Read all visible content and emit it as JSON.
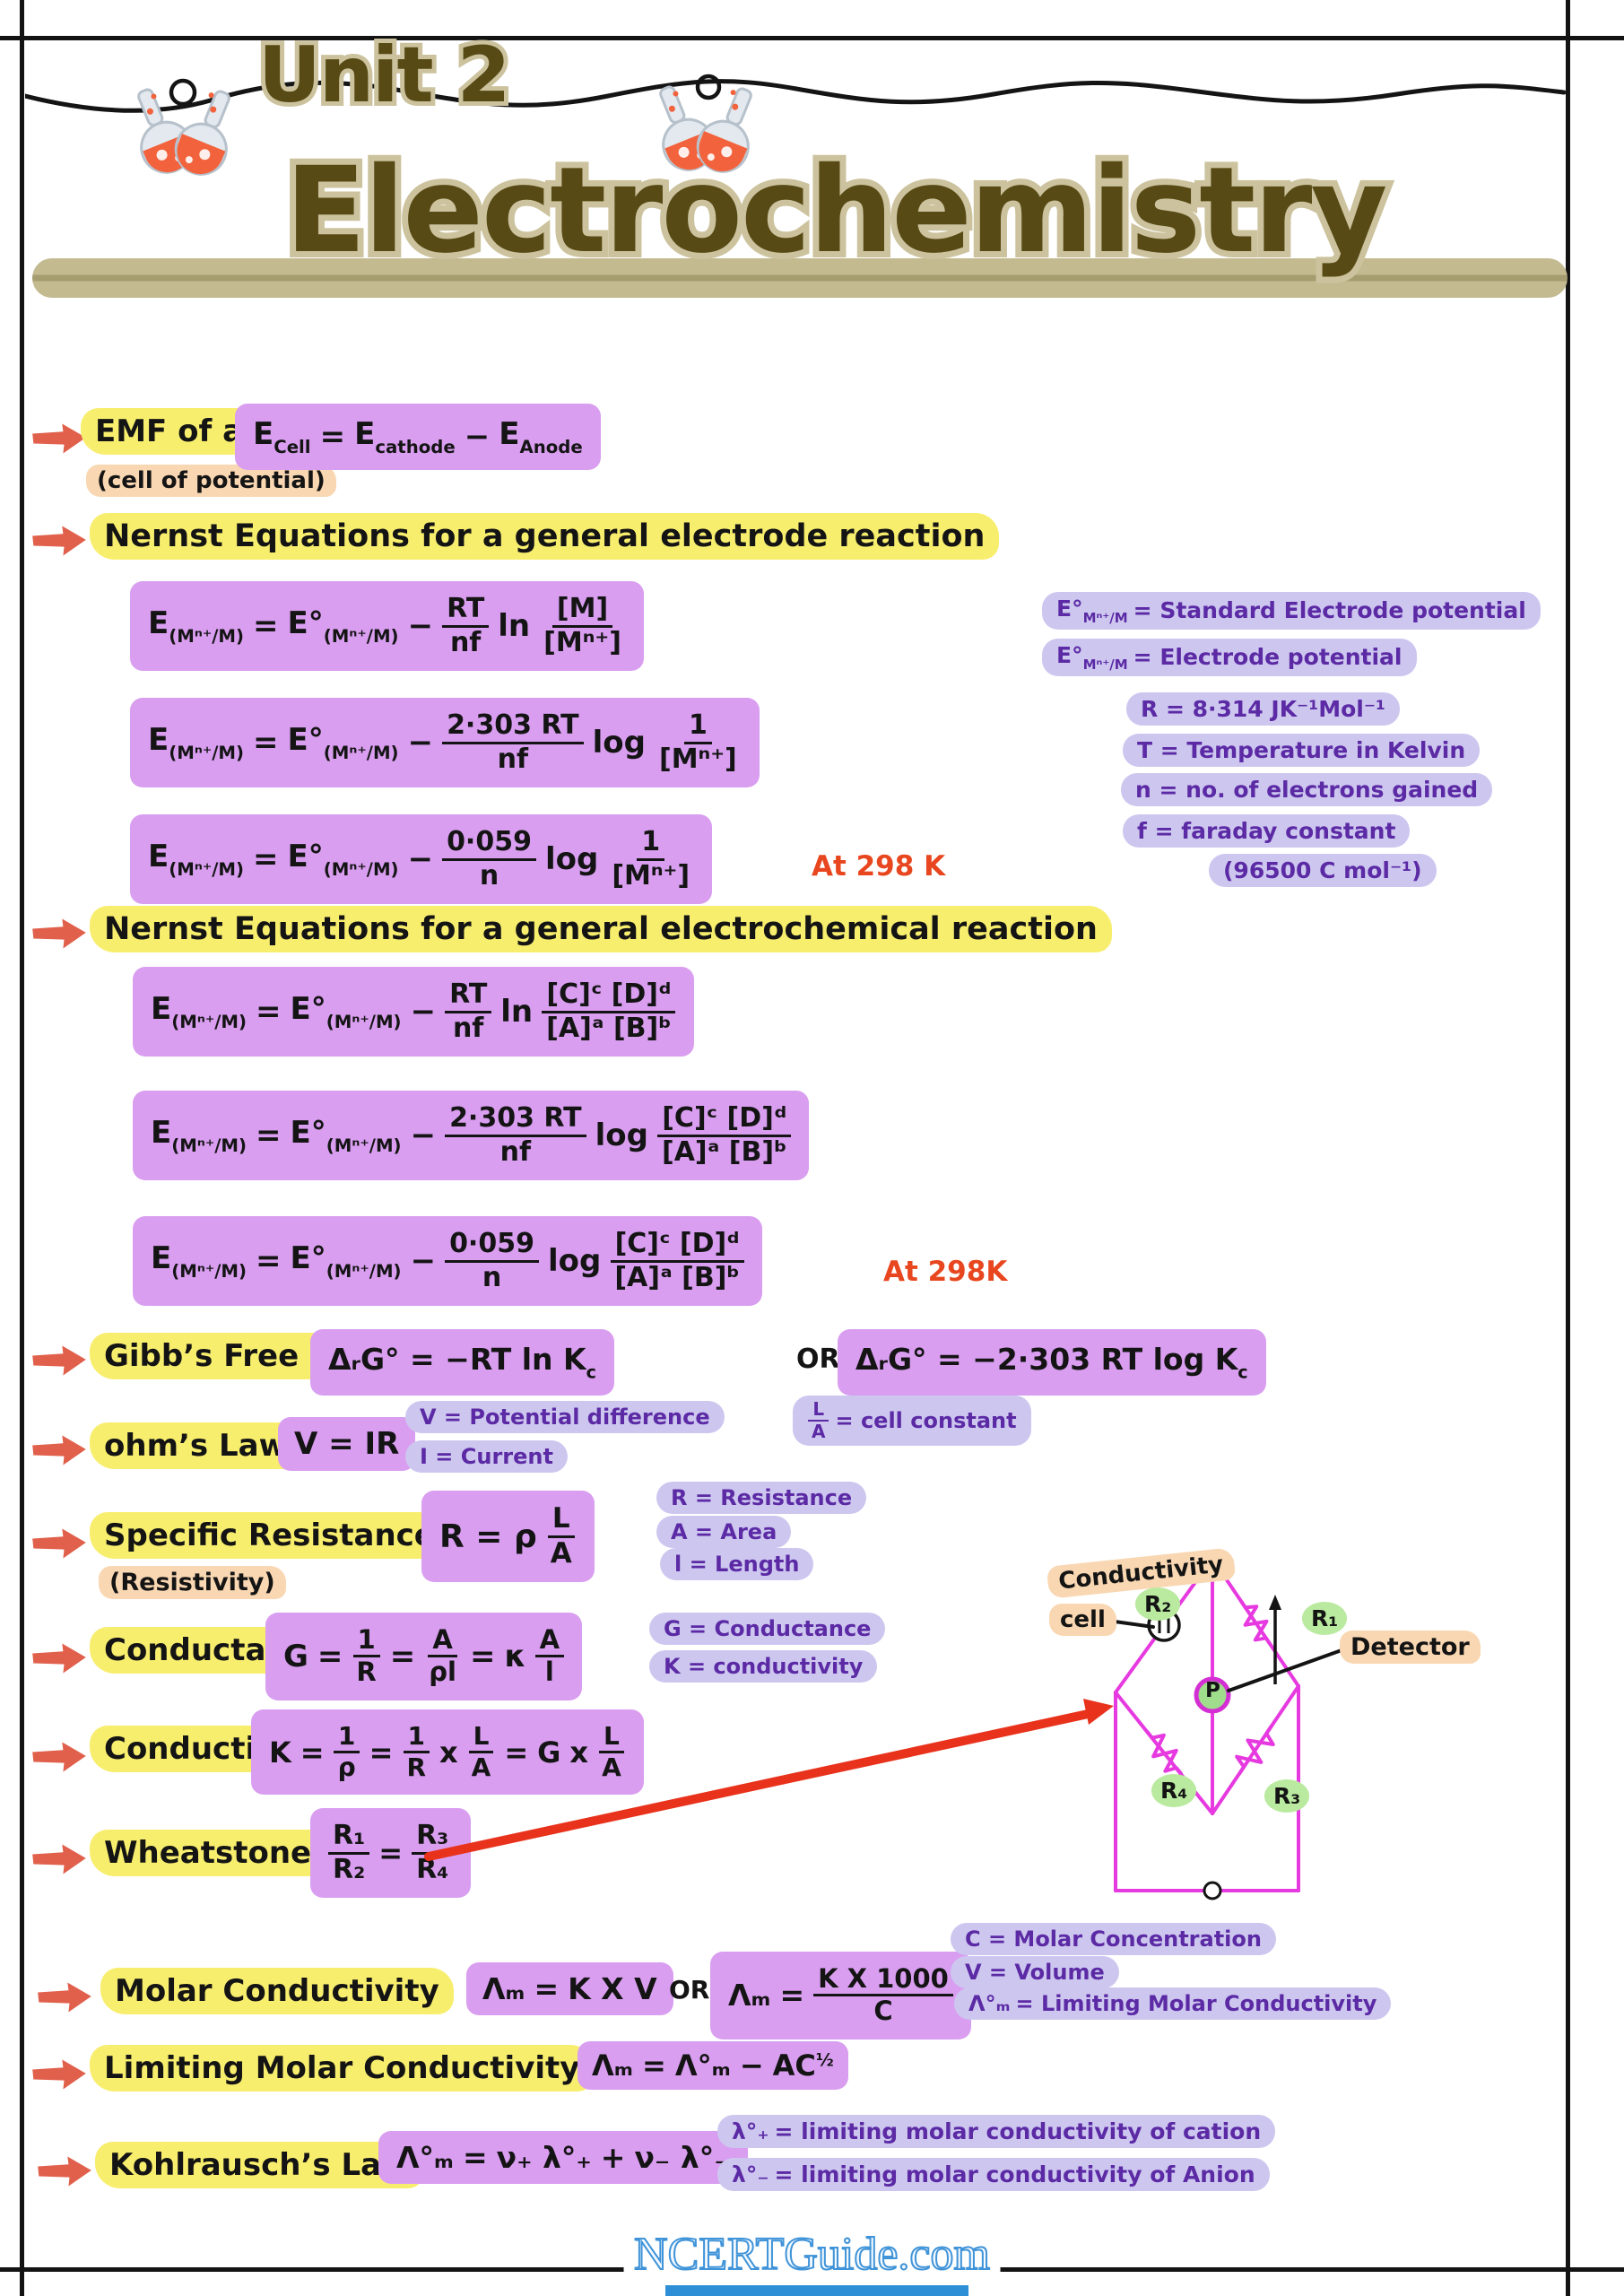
{
  "page": {
    "unit_title": "Unit 2",
    "main_title": "Electrochemistry",
    "footer": "NCERTGuide.com"
  },
  "emf": {
    "label": "EMF of a cell",
    "sublabel": "(cell of potential)",
    "e1": "E",
    "e1sub": "Cell",
    "eq": "=",
    "e2": "E",
    "e2sub": "cathode",
    "minus": "−",
    "e3": "E",
    "e3sub": "Anode"
  },
  "nernst1": {
    "heading": "Nernst Equations for a general electrode reaction",
    "eq1": {
      "l": "E",
      "lsub": "(Mⁿ⁺/M)",
      "eq": "=",
      "r": "E°",
      "rsub": "(Mⁿ⁺/M)",
      "minus": "−",
      "fn": "RT",
      "fd": "nf",
      "op": "ln",
      "nn": "[M]",
      "nd": "[Mⁿ⁺]"
    },
    "eq2": {
      "l": "E",
      "lsub": "(Mⁿ⁺/M)",
      "eq": "=",
      "r": "E°",
      "rsub": "(Mⁿ⁺/M)",
      "minus": "−",
      "fn": "2·303 RT",
      "fd": "nf",
      "op": "log",
      "nn": "1",
      "nd": "[Mⁿ⁺]"
    },
    "eq3": {
      "l": "E",
      "lsub": "(Mⁿ⁺/M)",
      "eq": "=",
      "r": "E°",
      "rsub": "(Mⁿ⁺/M)",
      "minus": "−",
      "fn": "0·059",
      "fd": "n",
      "op": "log",
      "nn": "1",
      "nd": "[Mⁿ⁺]",
      "note": "At 298 K"
    }
  },
  "legend1": {
    "e1sym": "E°",
    "e1sub": "Mⁿ⁺/M",
    "e1text": "= Standard Electrode potential",
    "e2sym": "E°",
    "e2sub": "Mⁿ⁺/M",
    "e2text": "= Electrode potential",
    "r": "R = 8·314 JK⁻¹Mol⁻¹",
    "t": "T = Temperature in Kelvin",
    "n": "n = no. of electrons gained",
    "f": "f = faraday constant",
    "f2": "(96500 C mol⁻¹)"
  },
  "nernst2": {
    "heading": "Nernst Equations for a general electrochemical reaction",
    "eq1": {
      "l": "E",
      "lsub": "(Mⁿ⁺/M)",
      "eq": "=",
      "r": "E°",
      "rsub": "(Mⁿ⁺/M)",
      "minus": "−",
      "fn": "RT",
      "fd": "nf",
      "op": "ln",
      "nn": "[C]ᶜ [D]ᵈ",
      "nd": "[A]ᵃ [B]ᵇ"
    },
    "eq2": {
      "l": "E",
      "lsub": "(Mⁿ⁺/M)",
      "eq": "=",
      "r": "E°",
      "rsub": "(Mⁿ⁺/M)",
      "minus": "−",
      "fn": "2·303 RT",
      "fd": "nf",
      "op": "log",
      "nn": "[C]ᶜ [D]ᵈ",
      "nd": "[A]ᵃ [B]ᵇ"
    },
    "eq3": {
      "l": "E",
      "lsub": "(Mⁿ⁺/M)",
      "eq": "=",
      "r": "E°",
      "rsub": "(Mⁿ⁺/M)",
      "minus": "−",
      "fn": "0·059",
      "fd": "n",
      "op": "log",
      "nn": "[C]ᶜ [D]ᵈ",
      "nd": "[A]ᵃ [B]ᵇ",
      "note": "At 298K"
    }
  },
  "gibbs": {
    "label": "Gibb’s Free Energy",
    "f1": "ΔᵣG° = −RT ln K",
    "f1sub": "c",
    "or": "OR",
    "f2": "ΔᵣG° = −2·303 RT log K",
    "f2sub": "c"
  },
  "ohm": {
    "label": "ohm’s Law",
    "formula": "V = IR",
    "note_v": "V = Potential difference",
    "note_i": "I = Current",
    "ccn": "L",
    "ccd": "A",
    "cct": "= cell constant"
  },
  "resistance": {
    "label": "Specific Resistance",
    "sublabel": "(Resistivity)",
    "pre": "R = ρ",
    "fn": "L",
    "fd": "A",
    "n1": "R = Resistance",
    "n2": "A = Area",
    "n3": "l = Length"
  },
  "conductance": {
    "label": "Conductance",
    "g": "G",
    "eq1": "=",
    "f1n": "1",
    "f1d": "R",
    "eq2": "=",
    "f2n": "A",
    "f2d": "ρl",
    "eq3": "=",
    "k": "κ",
    "f3n": "A",
    "f3d": "l",
    "n1": "G = Conductance",
    "n2": "K = conductivity"
  },
  "conductivity": {
    "label": "Conductivity",
    "k": "K",
    "eq1": "=",
    "f1n": "1",
    "f1d": "ρ",
    "eq2": "=",
    "f2n": "1",
    "f2d": "R",
    "x1": "x",
    "f3n": "L",
    "f3d": "A",
    "eq3": "=",
    "g": "G",
    "x2": "x",
    "f4n": "L",
    "f4d": "A"
  },
  "wheatstone": {
    "label": "Wheatstone bridge",
    "f1n": "R₁",
    "f1d": "R₂",
    "eq": "=",
    "f2n": "R₃",
    "f2d": "R₄"
  },
  "bridge": {
    "cond1": "Conductivity",
    "cond2": "cell",
    "detector": "Detector",
    "r1": "R₁",
    "r2": "R₂",
    "r3": "R₃",
    "r4": "R₄",
    "p": "P"
  },
  "molar": {
    "label": "Molar Conductivity",
    "t1": "Λₘ",
    "eq": "=",
    "v1": "K X V",
    "or": "OR",
    "t2": "Λₘ",
    "eq2": "=",
    "fn": "K X 1000",
    "fd": "C",
    "n1": "C = Molar Concentration",
    "n2": "V = Volume",
    "n3sym": "Λ°ₘ",
    "n3": "= Limiting Molar Conductivity"
  },
  "limiting": {
    "label": "Limiting Molar Conductivity",
    "t1": "Λₘ",
    "eq": "=",
    "t2": "Λ°ₘ",
    "minus": "−",
    "t3": "AC",
    "sup": "½"
  },
  "kohlrausch": {
    "label": "Kohlrausch’s Law",
    "t1": "Λ°ₘ",
    "eq": "=",
    "t2": "ν₊ λ°₊",
    "plus": "+",
    "t3": "ν₋ λ°₋",
    "n1sym": "λ°₊",
    "n1": "= limiting molar conductivity of cation",
    "n2sym": "λ°₋",
    "n2": "= limiting molar conductivity of Anion"
  }
}
